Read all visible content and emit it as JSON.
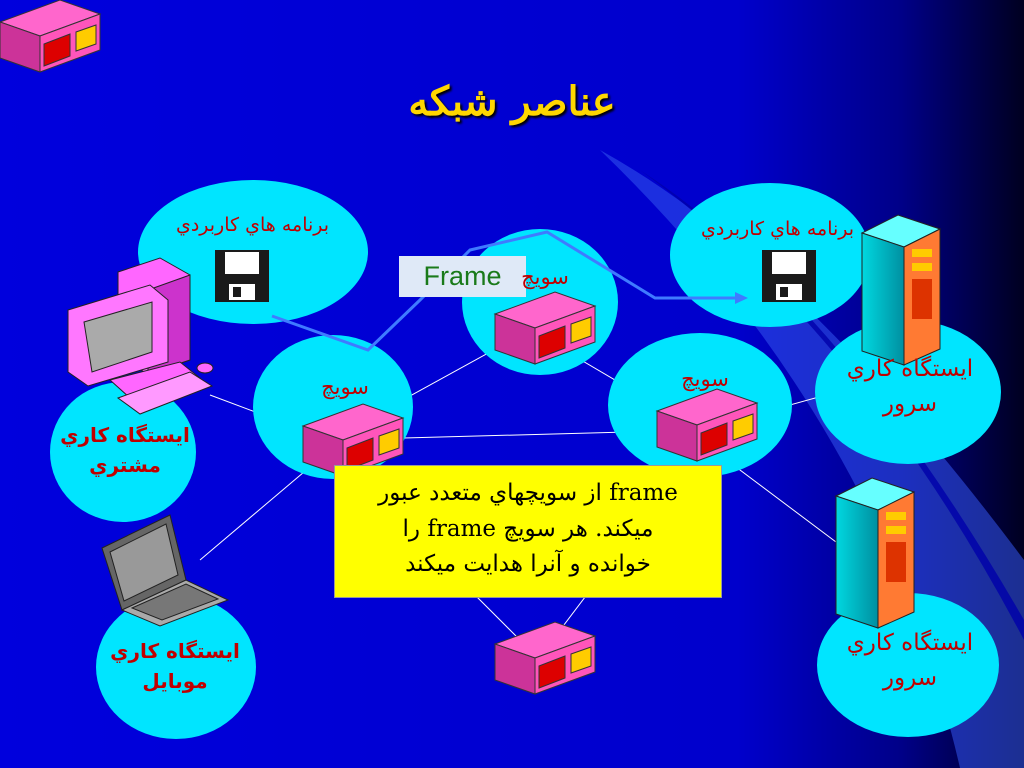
{
  "title": "عناصر شبكه",
  "apps": {
    "left": "برنامه هاي كاربردي",
    "right": "برنامه هاي كاربردي"
  },
  "switch_label": "سويچ",
  "frame_label": "Frame",
  "client": {
    "line1": "ايستگاه كاري",
    "line2": "مشتري"
  },
  "mobile": {
    "line1": "ايستگاه كاري",
    "line2": "موبايل"
  },
  "server_top": {
    "line1": "ايستگاه كاري",
    "line2": "سرور"
  },
  "server_bottom": {
    "line1": "ايستگاه كاري",
    "line2": "سرور"
  },
  "note": {
    "line1": "frame از سويچهاي متعدد عبور",
    "line2": "ميكند. هر سويچ frame را",
    "line3": "خوانده و آنرا هدايت ميكند"
  },
  "colors": {
    "background": "#0000dd",
    "node_fill": "#00e5ff",
    "label_red": "#c00000",
    "title_gold": "#ffd700",
    "note_yellow": "#ffff00"
  }
}
